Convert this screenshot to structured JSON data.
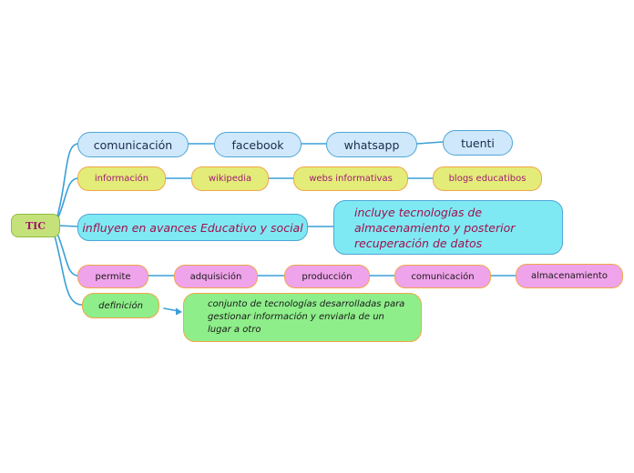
{
  "root": {
    "label": "TIC"
  },
  "rows": [
    {
      "name": "comunicacion-row",
      "nodes": [
        "comunicación",
        "facebook",
        "whatsapp",
        "tuenti"
      ]
    },
    {
      "name": "informacion-row",
      "nodes": [
        "información",
        "wikipedia",
        "webs informativas",
        "blogs educatibos"
      ]
    },
    {
      "name": "influyen-row",
      "nodes": [
        "influyen en avances Educativo y social",
        "incluye tecnologías de almacenamiento y posterior recuperación de datos"
      ]
    },
    {
      "name": "permite-row",
      "nodes": [
        "permite",
        "adquisición",
        "producción",
        "comunicación",
        "almacenamiento"
      ]
    },
    {
      "name": "definicion-row",
      "nodes": [
        "definición",
        "conjunto de tecnologías desarrolladas para gestionar información y enviarla de un lugar a otro"
      ]
    }
  ],
  "colors": {
    "connector": "#3a9fd8",
    "root_fill": "#c5e17a",
    "blue_fill": "#cfe8fb",
    "yellow_fill": "#e3ec78",
    "cyan_fill": "#7ee9f2",
    "pink_fill": "#efa3ea",
    "green_fill": "#8eee8a",
    "magenta_text": "#a11a77"
  }
}
